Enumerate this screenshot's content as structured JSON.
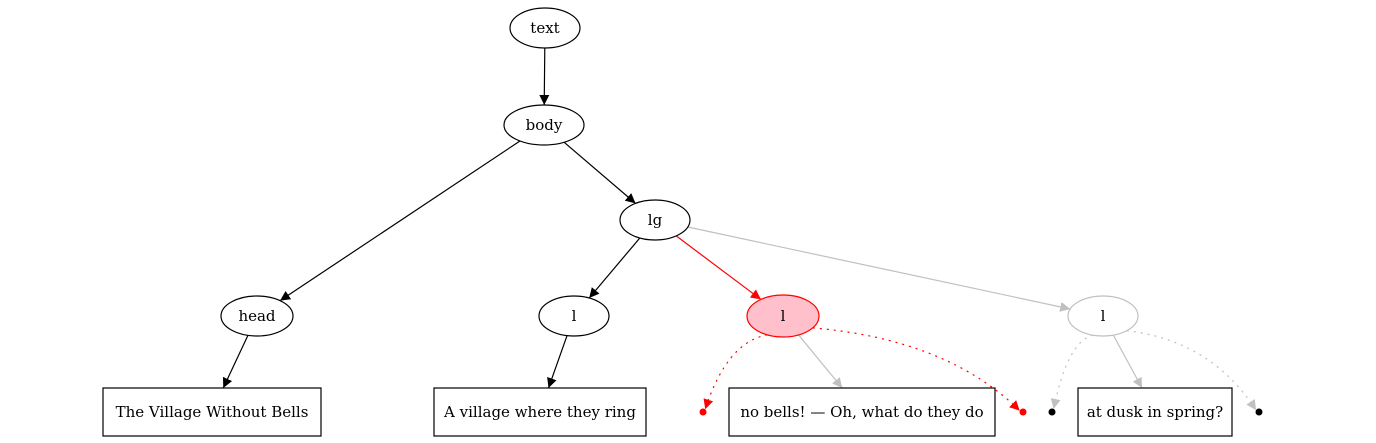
{
  "colors": {
    "default": "#000000",
    "highlight": "#ff0000",
    "highlight_fill": "#ffc0cb",
    "muted": "#c0c0c0",
    "background": "#ffffff"
  },
  "nodes": [
    {
      "id": "text",
      "label": "text",
      "shape": "ellipse",
      "style": "default"
    },
    {
      "id": "body",
      "label": "body",
      "shape": "ellipse",
      "style": "default"
    },
    {
      "id": "lg",
      "label": "lg",
      "shape": "ellipse",
      "style": "default"
    },
    {
      "id": "head",
      "label": "head",
      "shape": "ellipse",
      "style": "default"
    },
    {
      "id": "l1",
      "label": "l",
      "shape": "ellipse",
      "style": "default"
    },
    {
      "id": "l2",
      "label": "l",
      "shape": "ellipse",
      "style": "highlight"
    },
    {
      "id": "l3",
      "label": "l",
      "shape": "ellipse",
      "style": "muted"
    },
    {
      "id": "head_text",
      "label": "The Village Without Bells",
      "shape": "box",
      "style": "default"
    },
    {
      "id": "l1_text",
      "label": "A village where they ring",
      "shape": "box",
      "style": "default"
    },
    {
      "id": "l2_text",
      "label": "no bells! — Oh, what do they do",
      "shape": "box",
      "style": "default"
    },
    {
      "id": "l3_text",
      "label": "at dusk in spring?",
      "shape": "box",
      "style": "default"
    },
    {
      "id": "l2_pre",
      "label": "",
      "shape": "point",
      "style": "highlight"
    },
    {
      "id": "l2_post",
      "label": "",
      "shape": "point",
      "style": "highlight"
    },
    {
      "id": "l3_pre",
      "label": "",
      "shape": "point",
      "style": "default"
    },
    {
      "id": "l3_post",
      "label": "",
      "shape": "point",
      "style": "default"
    }
  ],
  "edges": [
    {
      "from": "text",
      "to": "body",
      "style": "default",
      "dashed": false
    },
    {
      "from": "body",
      "to": "head",
      "style": "default",
      "dashed": false
    },
    {
      "from": "body",
      "to": "lg",
      "style": "default",
      "dashed": false
    },
    {
      "from": "lg",
      "to": "l1",
      "style": "default",
      "dashed": false
    },
    {
      "from": "lg",
      "to": "l2",
      "style": "highlight",
      "dashed": false
    },
    {
      "from": "lg",
      "to": "l3",
      "style": "muted",
      "dashed": false
    },
    {
      "from": "head",
      "to": "head_text",
      "style": "default",
      "dashed": false
    },
    {
      "from": "l1",
      "to": "l1_text",
      "style": "default",
      "dashed": false
    },
    {
      "from": "l2",
      "to": "l2_text",
      "style": "muted",
      "dashed": false
    },
    {
      "from": "l2",
      "to": "l2_pre",
      "style": "highlight",
      "dashed": true
    },
    {
      "from": "l2",
      "to": "l2_post",
      "style": "highlight",
      "dashed": true
    },
    {
      "from": "l3",
      "to": "l3_text",
      "style": "muted",
      "dashed": false
    },
    {
      "from": "l3",
      "to": "l3_pre",
      "style": "muted",
      "dashed": true
    },
    {
      "from": "l3",
      "to": "l3_post",
      "style": "muted",
      "dashed": true
    }
  ]
}
